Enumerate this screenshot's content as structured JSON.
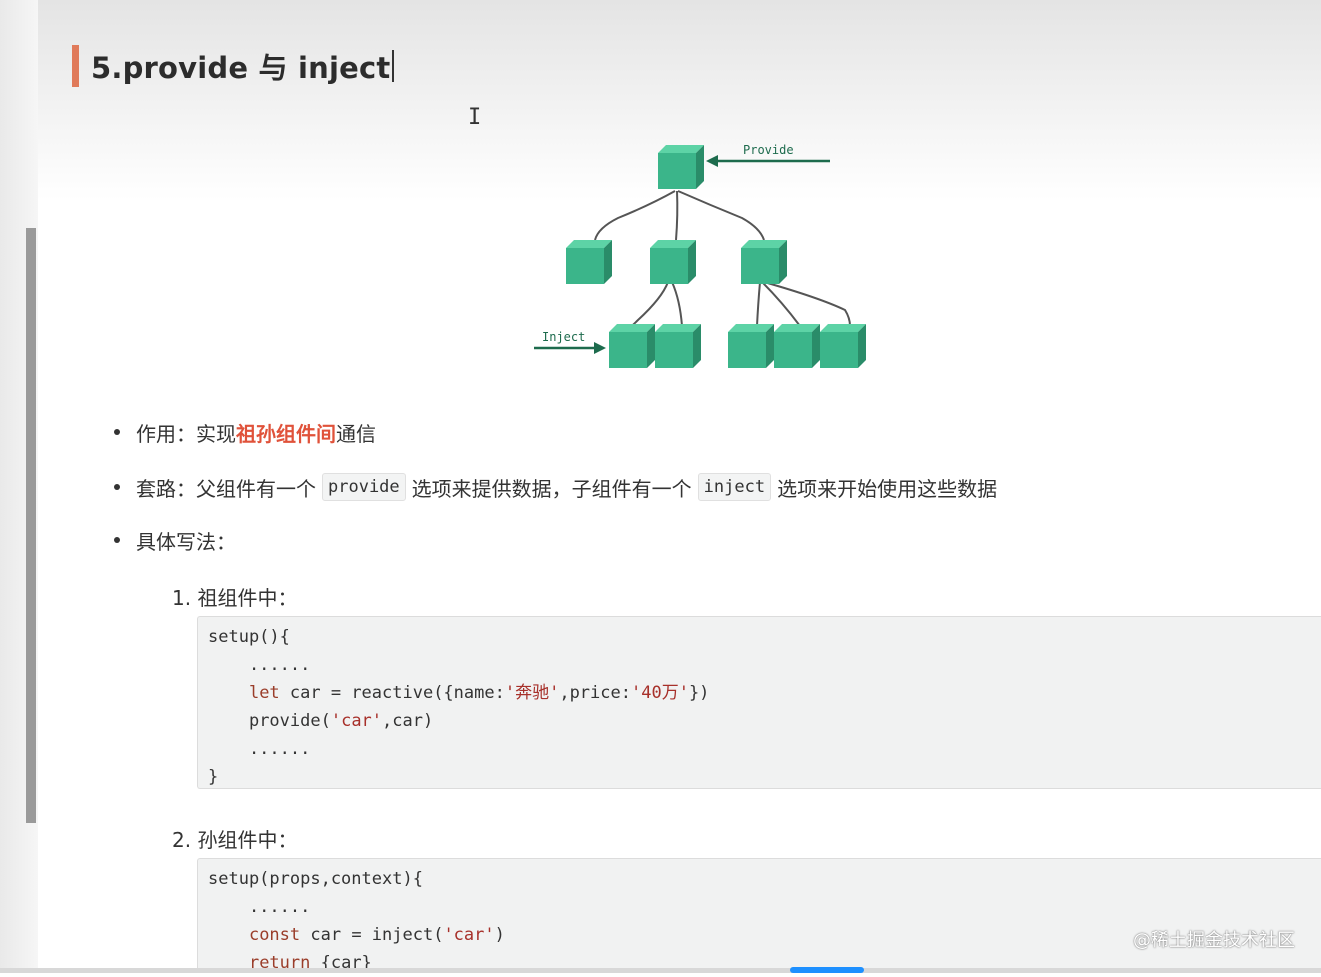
{
  "heading": "5.provide 与 inject",
  "diagram": {
    "provide_label": "Provide",
    "inject_label": "Inject",
    "colors": {
      "cube_front": "#3bb58a",
      "cube_top": "#5dd3a6",
      "cube_side": "#2a8c69",
      "line": "#555555",
      "arrow": "#1d6b4d"
    }
  },
  "bullets": {
    "b1": {
      "prefix": "作用：实现",
      "highlight": "祖孙组件间",
      "suffix": "通信"
    },
    "b2": {
      "prefix": "套路：父组件有一个",
      "code1": "provide",
      "middle": "选项来提供数据，子组件有一个",
      "code2": "inject",
      "suffix": "选项来开始使用这些数据"
    },
    "b3": "具体写法："
  },
  "section1": {
    "title": "1. 祖组件中：",
    "code": {
      "l1": "setup(){",
      "l2": "    ......",
      "l3_kw": "let",
      "l3_a": " car = reactive({name:",
      "l3_s1": "'奔驰'",
      "l3_b": ",price:",
      "l3_s2": "'40万'",
      "l3_c": "})",
      "l4_a": "provide(",
      "l4_s": "'car'",
      "l4_b": ",car)",
      "l5": "    ......",
      "l6": "}"
    }
  },
  "section2": {
    "title": "2. 孙组件中：",
    "code": {
      "l1": "setup(props,context){",
      "l2": "    ......",
      "l3_kw": "const",
      "l3_a": " car = inject(",
      "l3_s": "'car'",
      "l3_b": ")",
      "l4_kw": "return",
      "l4_a": " {car}"
    }
  },
  "watermark": "@稀土掘金技术社区"
}
